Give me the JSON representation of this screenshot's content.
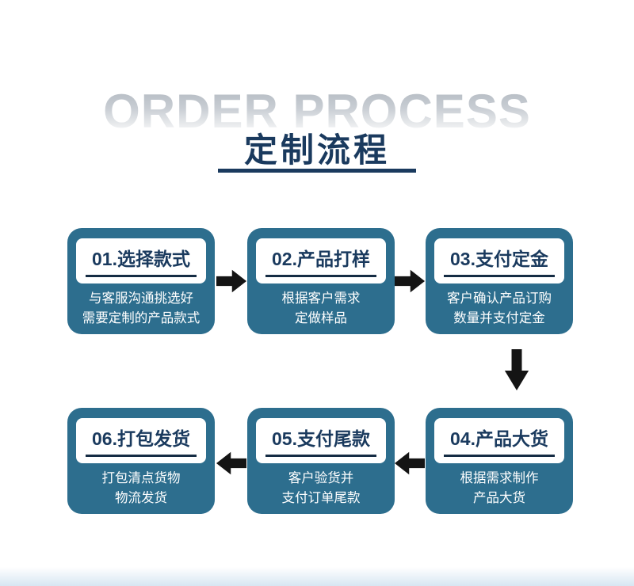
{
  "header": {
    "watermark": "ORDER PROCESS",
    "title": "定制流程"
  },
  "steps": [
    {
      "title": "01.选择款式",
      "lines": [
        "与客服沟通挑选好",
        "需要定制的产品款式"
      ]
    },
    {
      "title": "02.产品打样",
      "lines": [
        "根据客户需求",
        "定做样品"
      ]
    },
    {
      "title": "03.支付定金",
      "lines": [
        "客户确认产品订购",
        "数量并支付定金"
      ]
    },
    {
      "title": "04.产品大货",
      "lines": [
        "根据需求制作",
        "产品大货"
      ]
    },
    {
      "title": "05.支付尾款",
      "lines": [
        "客户验货并",
        "支付订单尾款"
      ]
    },
    {
      "title": "06.打包发货",
      "lines": [
        "打包清点货物",
        "物流发货"
      ]
    }
  ],
  "colors": {
    "card_background": "#2d6e8e",
    "title_text": "#1a3a5e",
    "badge_background": "#ffffff",
    "arrow": "#141414",
    "watermark_gray": "#c2c8cf"
  }
}
